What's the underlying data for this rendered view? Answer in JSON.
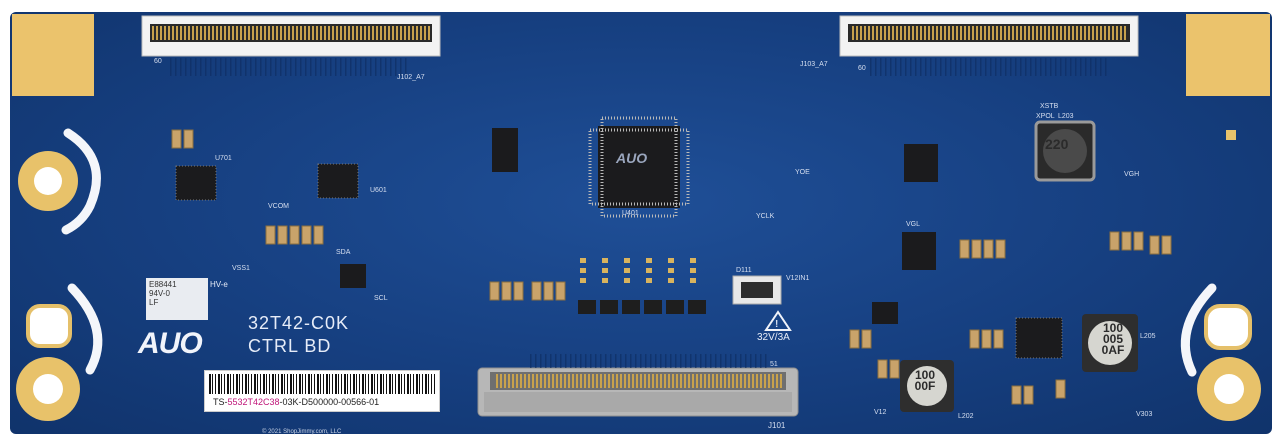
{
  "board": {
    "model": "32T42-C0K",
    "name": "CTRL BD",
    "logo": "AUO",
    "chip_logo": "AUO",
    "warning": "32V/3A",
    "ul_mark": "E88441",
    "ul_rating": "94V-0",
    "ul_suffix": "HV-e",
    "ul_code": "LF",
    "copyright": "© 2021 ShopJimmy.com, LLC"
  },
  "sticker": {
    "prefix": "TS-",
    "highlight": "5532T42C38",
    "suffix": "-03K-D500000-00566-01"
  },
  "inductors": {
    "l203": "220",
    "l205": "100 005 0AF",
    "l202": "100 00F"
  },
  "labels": {
    "u701": "U701",
    "u601": "U601",
    "u401": "U401",
    "j102": "J102_A7",
    "j103": "J103_A7",
    "j101": "J101",
    "p60a": "60",
    "p60b": "60",
    "vcom": "VCOM",
    "sda": "SDA",
    "scl": "SCL",
    "vss1": "VSS1",
    "yoe": "YOE",
    "yclk": "YCLK",
    "xstb": "XSTB",
    "xpol": "XPOL",
    "vgh": "VGH",
    "vgl": "VGL",
    "v12": "V12",
    "v303": "V303",
    "v12in1": "V12IN1",
    "d111": "D111",
    "l203lbl": "L203",
    "l205lbl": "L205",
    "l202lbl": "L202"
  },
  "colors": {
    "pcb": "#163f80",
    "gold": "#e9c36a",
    "silk": "#d6dff0"
  }
}
